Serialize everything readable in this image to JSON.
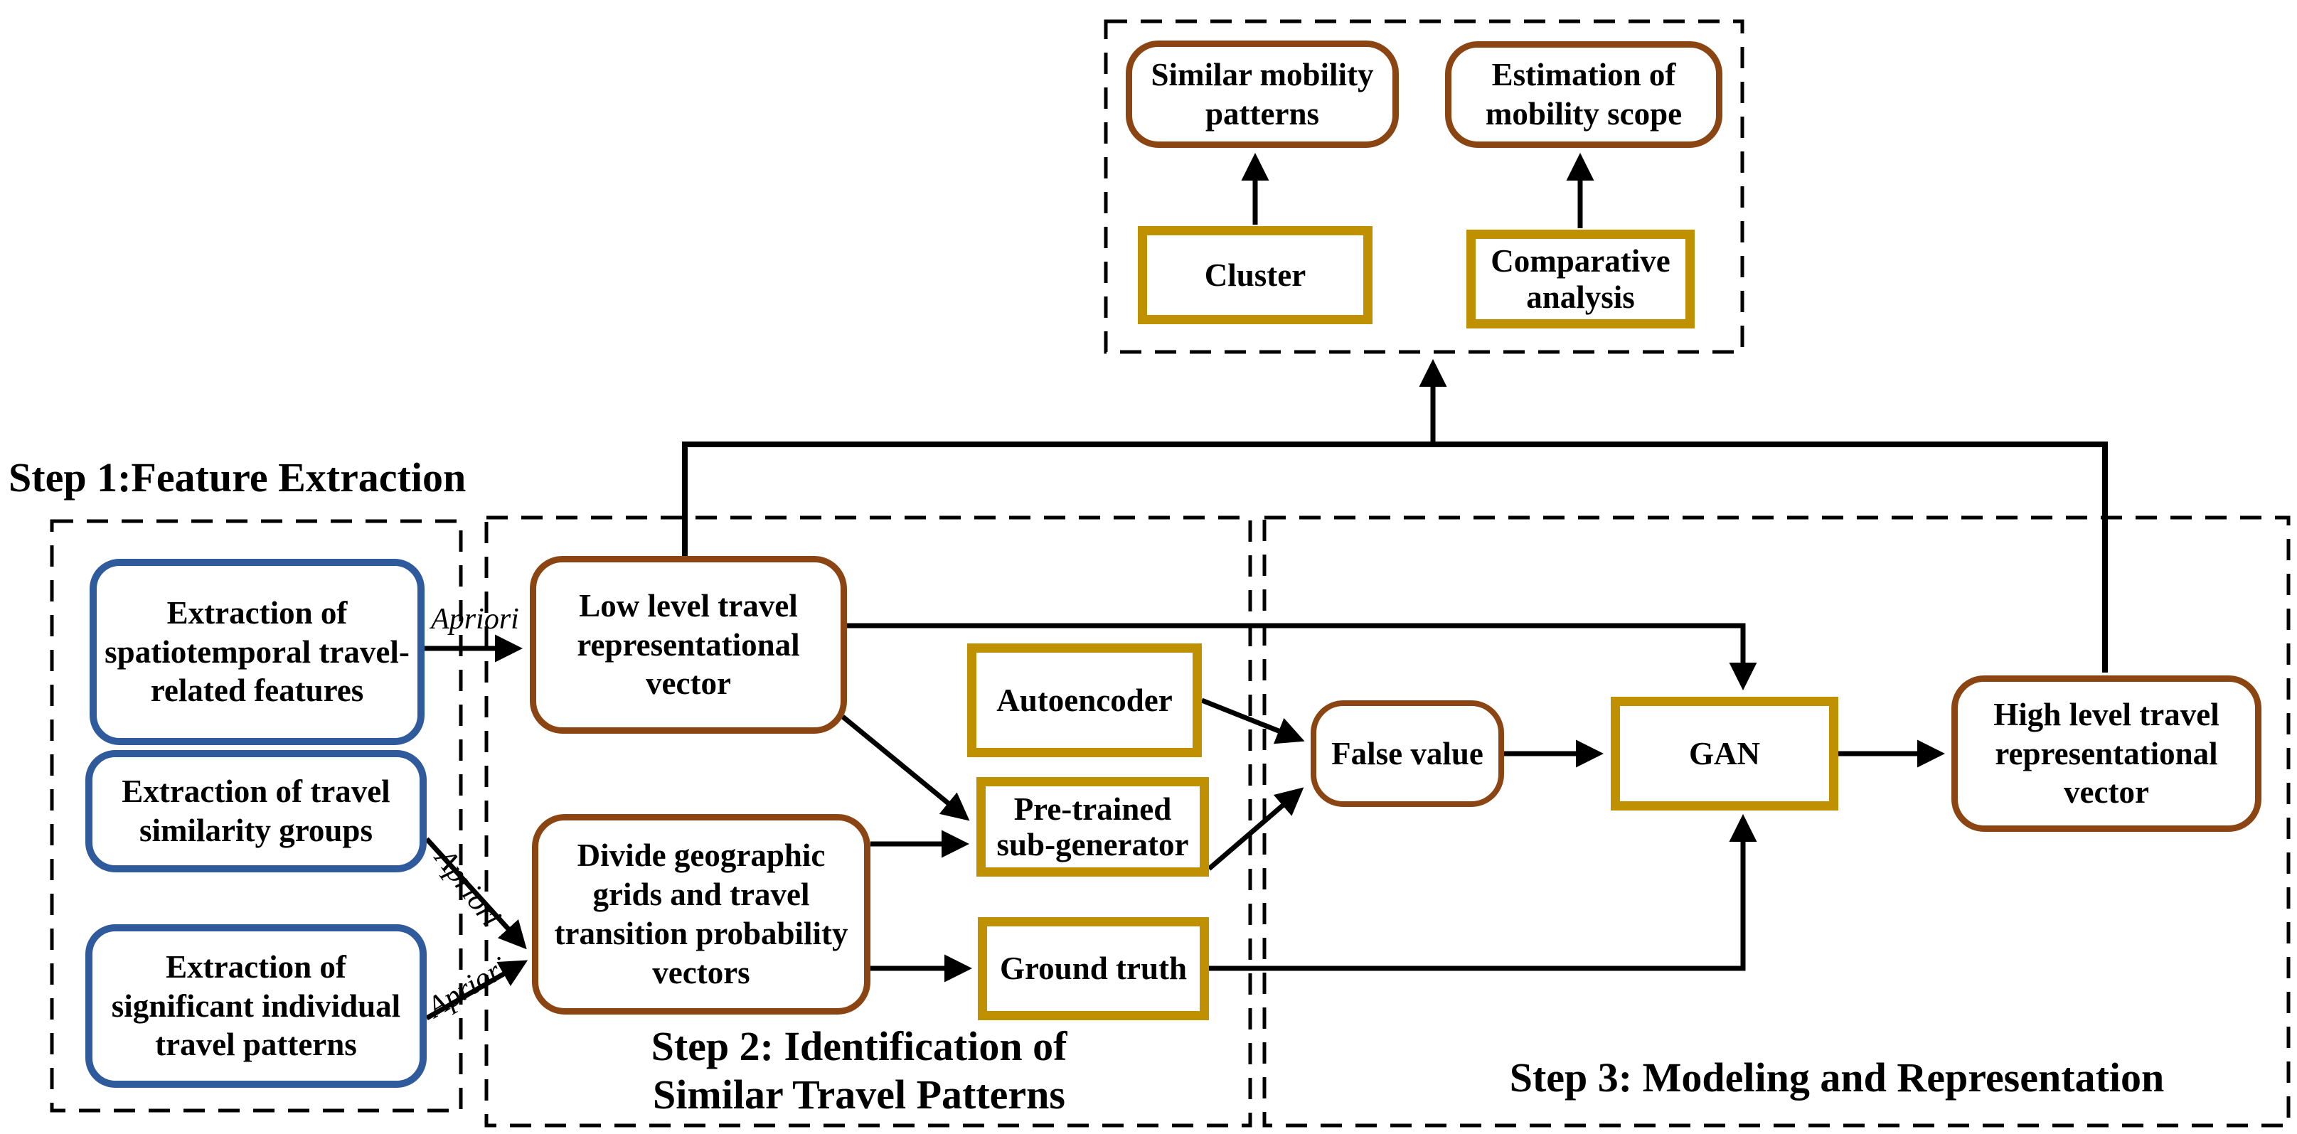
{
  "colors": {
    "blue_border": "#2F5B9D",
    "brown_border": "#8B4513",
    "gold_border": "#BF9000",
    "line": "#000000",
    "background": "#FFFFFF"
  },
  "evaluation_module": {
    "outputs": [
      {
        "label": "Similar mobility\npatterns"
      },
      {
        "label": "Estimation of\nmobility scope"
      }
    ],
    "processes": [
      {
        "label": "Cluster"
      },
      {
        "label": "Comparative\nanalysis"
      }
    ]
  },
  "step1": {
    "title": "Step 1:Feature Extraction",
    "boxes": [
      {
        "label": "Extraction of\nspatiotemporal travel-\nrelated  features"
      },
      {
        "label": "Extraction of travel\nsimilarity groups"
      },
      {
        "label": "Extraction of\nsignificant individual\ntravel patterns"
      }
    ]
  },
  "step2": {
    "title": "Step 2: Identification of\nSimilar Travel Patterns",
    "boxes": [
      {
        "label": "Low level travel\nrepresentational\nvector"
      },
      {
        "label": "Divide geographic\ngrids and travel\ntransition probability\nvectors"
      },
      {
        "label": "Autoencoder"
      },
      {
        "label": "Pre-trained\nsub-generator"
      },
      {
        "label": "Ground truth"
      }
    ]
  },
  "step3": {
    "title": "Step 3: Modeling and Representation",
    "boxes": [
      {
        "label": "False value"
      },
      {
        "label": "GAN"
      },
      {
        "label": "High level travel\nrepresentational\nvector"
      }
    ]
  },
  "edges": {
    "apriori_labels": [
      "Apriori",
      "Apriori",
      "Apriori"
    ]
  }
}
